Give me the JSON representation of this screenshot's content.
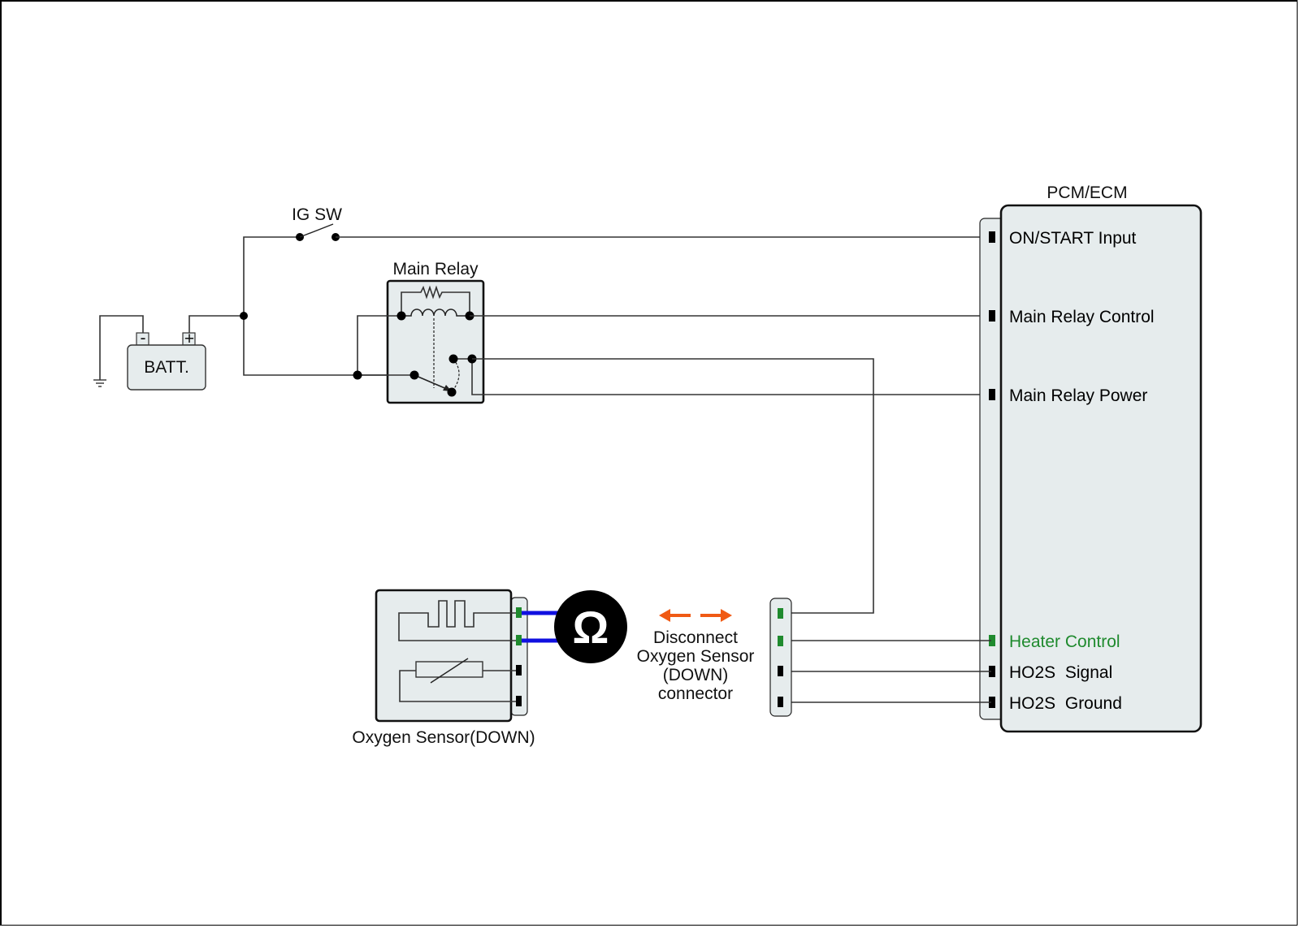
{
  "diagram": {
    "battery": {
      "label": "BATT.",
      "negative": "-",
      "positive": "+"
    },
    "ignition_switch": {
      "label": "IG SW"
    },
    "main_relay": {
      "label": "Main Relay"
    },
    "ecm": {
      "title": "PCM/ECM",
      "pins": [
        {
          "label": "ON/START Input",
          "color": "#000000"
        },
        {
          "label": "Main Relay Control",
          "color": "#000000"
        },
        {
          "label": "Main Relay Power",
          "color": "#000000"
        },
        {
          "label": "Heater Control",
          "color": "#1f8a2e"
        },
        {
          "label": "HO2S  Signal",
          "color": "#000000"
        },
        {
          "label": "HO2S  Ground",
          "color": "#000000"
        }
      ]
    },
    "oxygen_sensor": {
      "label": "Oxygen Sensor(DOWN)"
    },
    "ohmmeter": {
      "symbol": "Ω",
      "probe_color": "#1010e0"
    },
    "disconnect_note": {
      "lines": [
        "Disconnect",
        "Oxygen Sensor",
        "(DOWN)",
        "connector"
      ],
      "arrow_color": "#f05a14"
    },
    "colors": {
      "highlight_pin": "#1f8a2e",
      "pin": "#000000"
    }
  }
}
